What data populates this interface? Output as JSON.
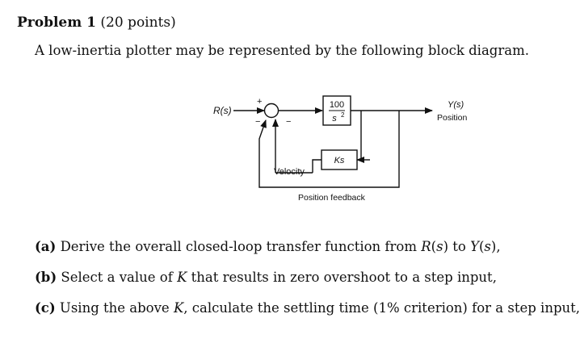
{
  "problem": {
    "label": "Problem 1",
    "points": "(20 points)",
    "intro": "A low-inertia plotter may be represented by the following block diagram."
  },
  "diagram": {
    "input_label": "R(s)",
    "output_label": "Y(s)",
    "output_caption": "Position",
    "plant_numerator": "100",
    "plant_denominator": "s",
    "plant_denominator_exp": "2",
    "feedback_gain": "Ks",
    "velocity_label": "Velocity",
    "position_feedback_label": "Position feedback",
    "sum_sign_plus": "+",
    "sum_sign_minus_left": "−",
    "sum_sign_minus_right": "−"
  },
  "questions": [
    {
      "tag": "(a)",
      "parts": [
        "Derive the overall closed-loop transfer function from ",
        "R",
        "(",
        "s",
        ") to ",
        "Y",
        "(",
        "s",
        "),"
      ]
    },
    {
      "tag": "(b)",
      "parts": [
        "Select a value of ",
        "K",
        " that results in zero overshoot to a step input,"
      ]
    },
    {
      "tag": "(c)",
      "parts": [
        "Using the above ",
        "K",
        ", calculate the settling time (1% criterion) for a step input,"
      ]
    }
  ]
}
